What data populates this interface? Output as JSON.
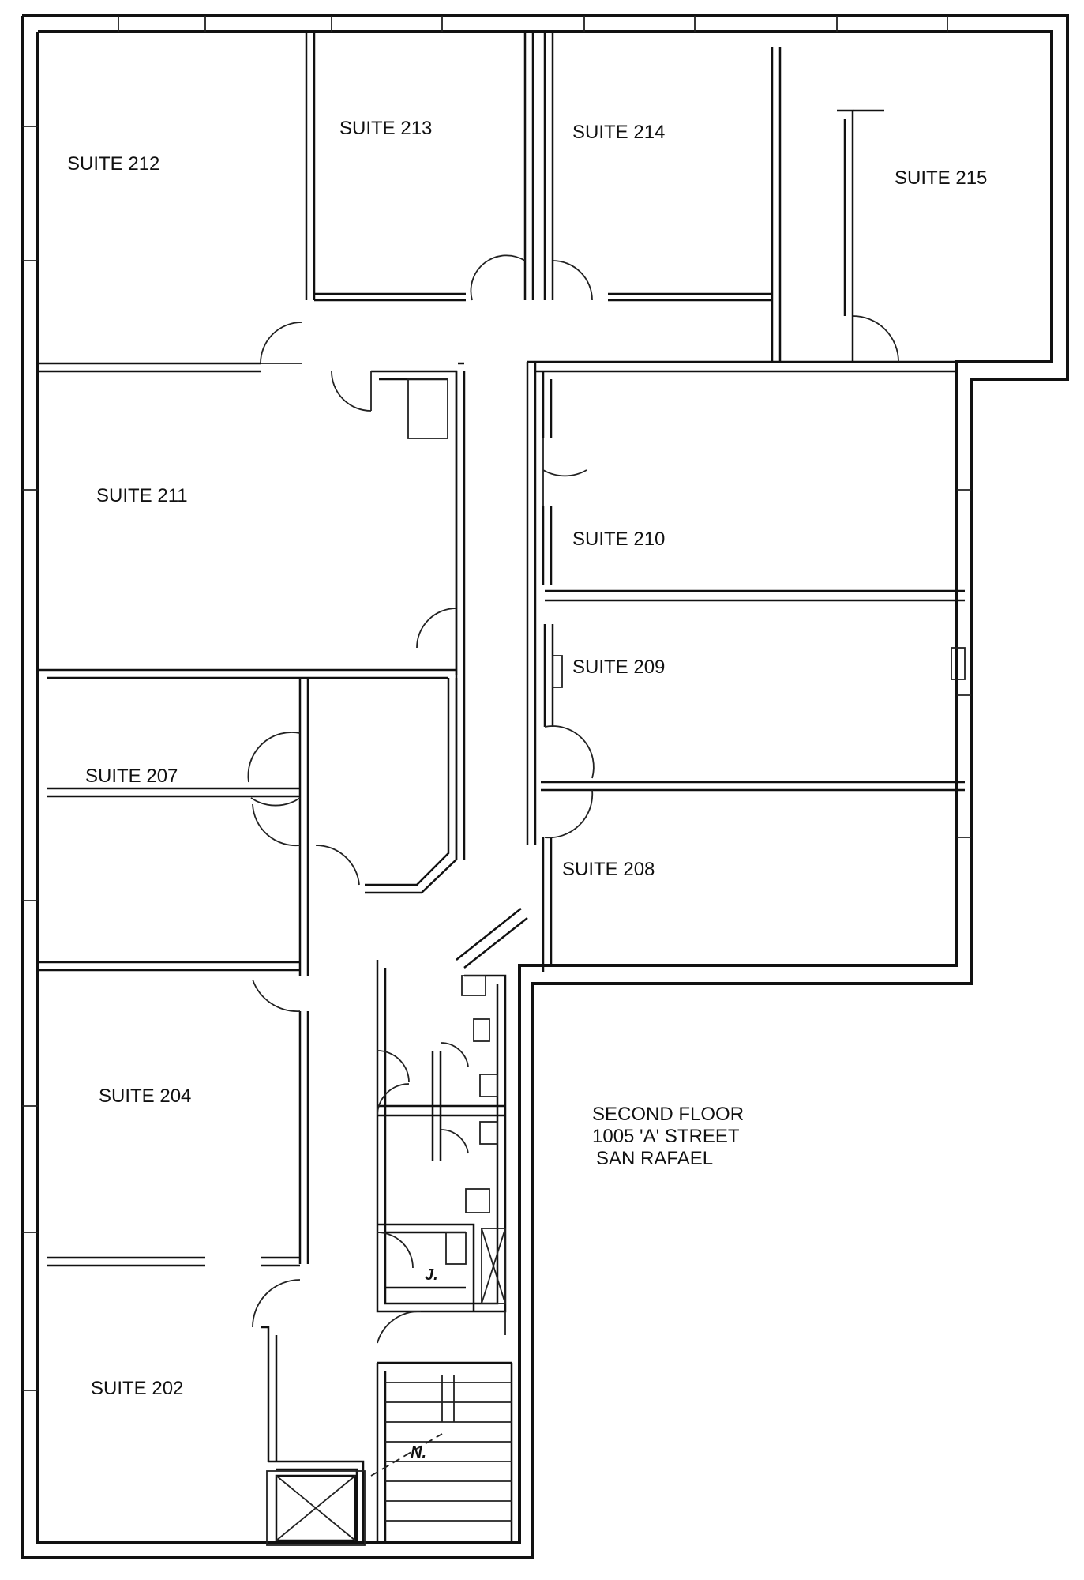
{
  "suites": {
    "s212": "SUITE 212",
    "s213": "SUITE 213",
    "s214": "SUITE 214",
    "s215": "SUITE 215",
    "s211": "SUITE 211",
    "s210": "SUITE 210",
    "s209": "SUITE 209",
    "s207": "SUITE 207",
    "s208": "SUITE 208",
    "s204": "SUITE 204",
    "s202": "SUITE 202"
  },
  "title": {
    "line1": "SECOND FLOOR",
    "line2": "1005 'A' STREET",
    "line3": "SAN RAFAEL"
  },
  "janitor_label": "J.",
  "north_label": "N."
}
